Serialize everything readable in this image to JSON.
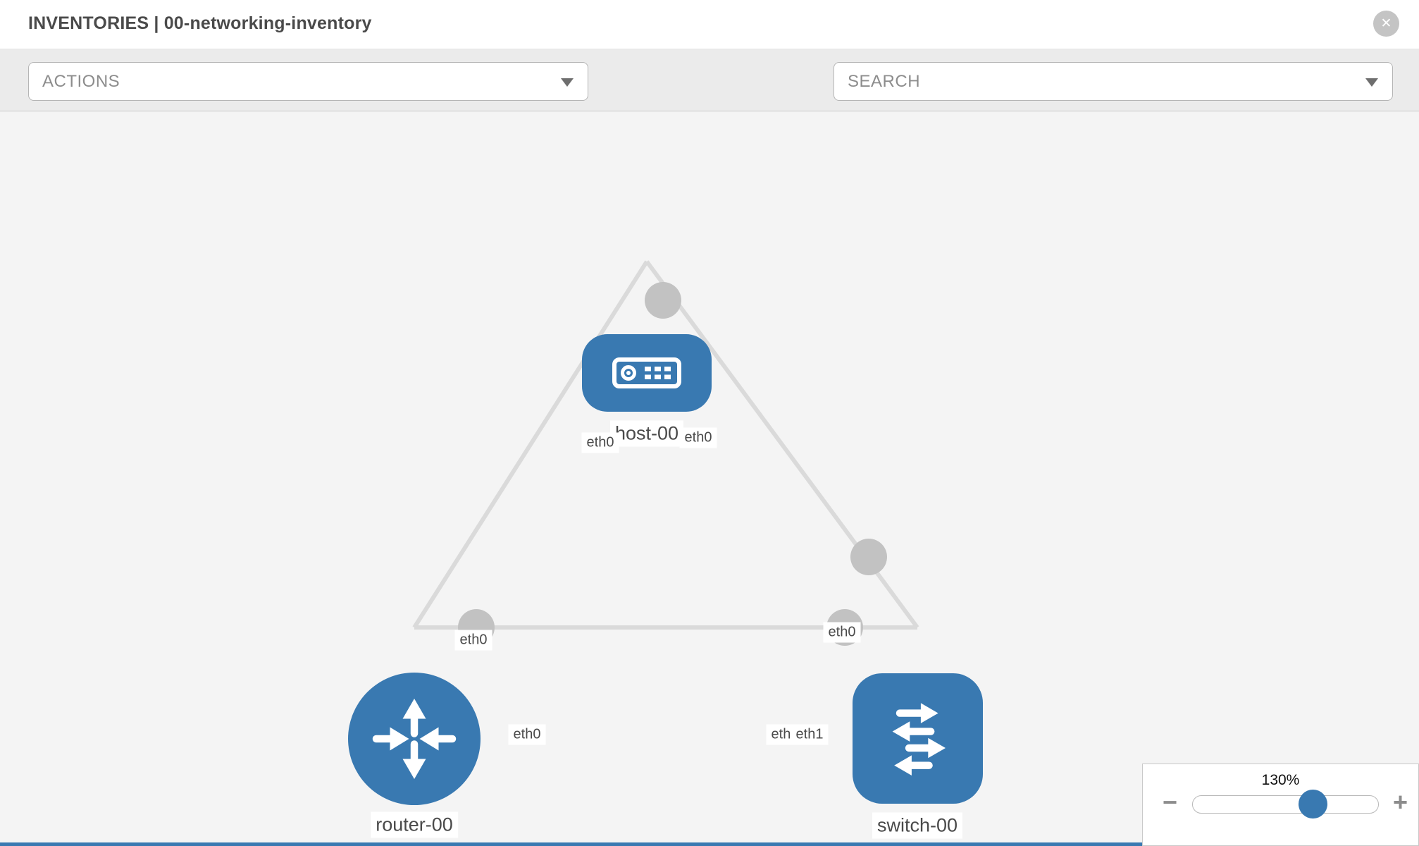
{
  "header": {
    "title": "INVENTORIES | 00-networking-inventory",
    "close_glyph": "✕"
  },
  "toolbar": {
    "actions_label": "ACTIONS",
    "search_placeholder": "SEARCH",
    "icons": [
      "wrench-icon",
      "key-icon"
    ]
  },
  "diagram": {
    "nodes": [
      {
        "id": "host-00",
        "label": "host-00",
        "type": "host",
        "shape": "rounded-rect",
        "icon": "host-icon"
      },
      {
        "id": "router-00",
        "label": "router-00",
        "type": "router",
        "shape": "circle",
        "icon": "router-arrows-icon"
      },
      {
        "id": "switch-00",
        "label": "switch-00",
        "type": "switch",
        "shape": "rounded-square",
        "icon": "switch-arrows-icon"
      }
    ],
    "links": [
      {
        "from": "host-00",
        "to": "router-00",
        "from_interface": "eth0",
        "to_interface": "eth0"
      },
      {
        "from": "host-00",
        "to": "switch-00",
        "from_interface": "eth0",
        "to_interface": "eth0"
      },
      {
        "from": "router-00",
        "to": "switch-00",
        "from_interface": "eth0",
        "to_interface": "eth1"
      }
    ],
    "interface_chips": [
      {
        "text": "eth0"
      },
      {
        "text": "eth0"
      },
      {
        "text": "eth0"
      },
      {
        "text": "eth0"
      },
      {
        "text": "eth0"
      },
      {
        "text": "eth0"
      },
      {
        "text": "eth1"
      }
    ]
  },
  "zoom_control": {
    "value": "130%",
    "minus_glyph": "−",
    "plus_glyph": "+"
  },
  "colors": {
    "node_blue": "#3979b1",
    "link_gray": "#dadada",
    "interface_dot_gray": "#c2c2c2",
    "canvas_bg": "#f4f4f4",
    "toolbar_bg": "#ebebeb"
  }
}
